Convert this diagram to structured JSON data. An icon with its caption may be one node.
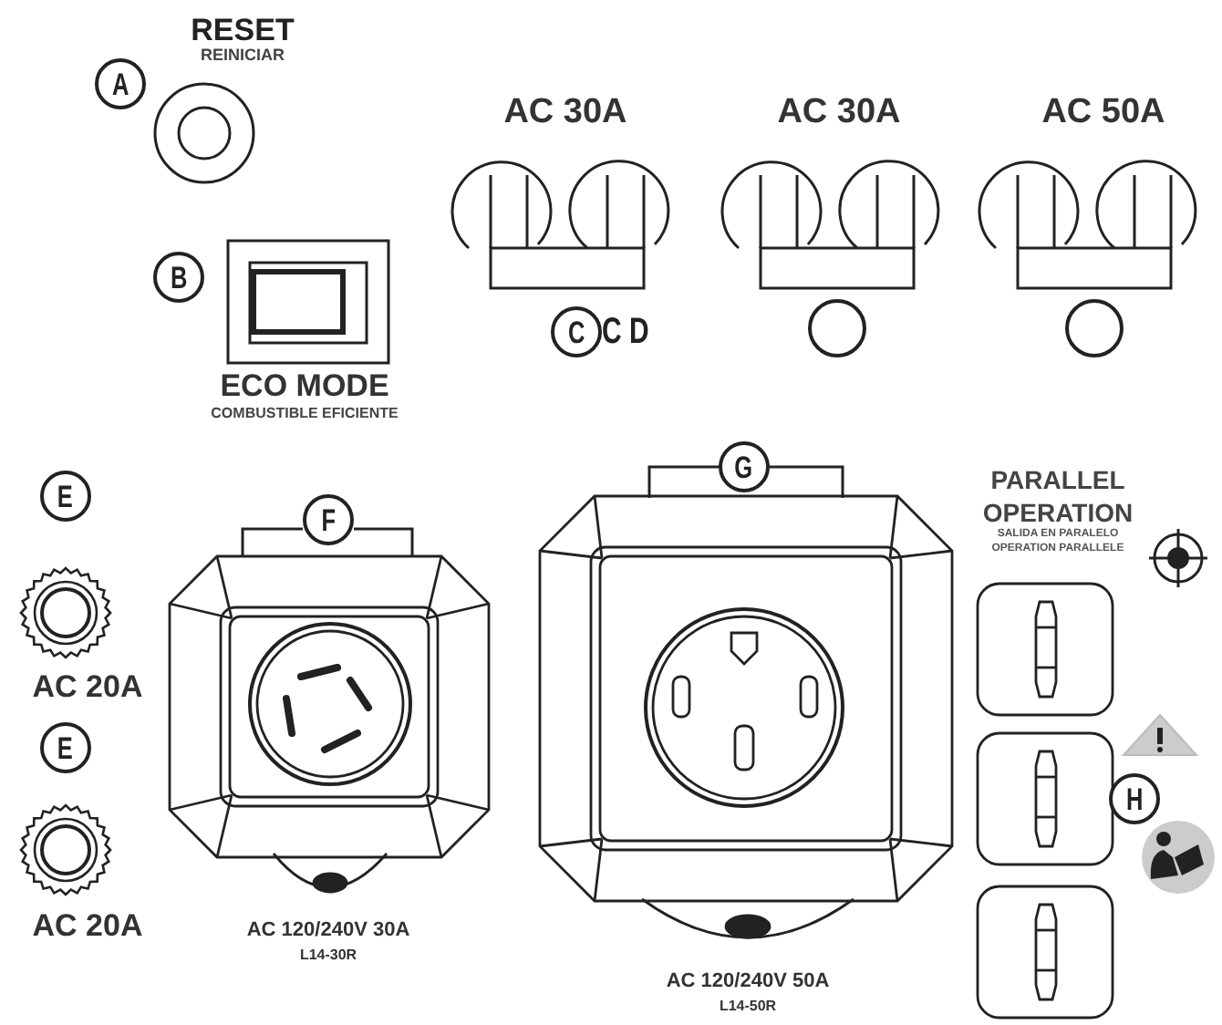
{
  "diagram": {
    "nodes": [
      {
        "text": [
          "A"
        ]
      },
      {
        "text": [
          "B"
        ]
      },
      {
        "text": [
          "C"
        ],
        "beside": [
          "C D"
        ]
      },
      {
        "text": [
          "E"
        ]
      },
      {
        "text": [
          "E"
        ]
      },
      {
        "text": [
          "F"
        ]
      },
      {
        "text": [
          "G"
        ]
      },
      {
        "text": [
          "H"
        ]
      }
    ],
    "labels": [
      "RESET",
      "REINICIAR",
      "AC 30A",
      "AC 30A",
      "AC 50A",
      "ECO MODE",
      "COMBUSTIBLE EFICIENTE",
      "PARALLEL OPERATION",
      "SALIDA EN PARALELO",
      "OPERATION PARALLELE",
      "AC 20A",
      "AC 20A",
      "AC 120/240V 30A",
      "L14-30R",
      "AC 120/240V 50A",
      "L14-50R"
    ]
  }
}
